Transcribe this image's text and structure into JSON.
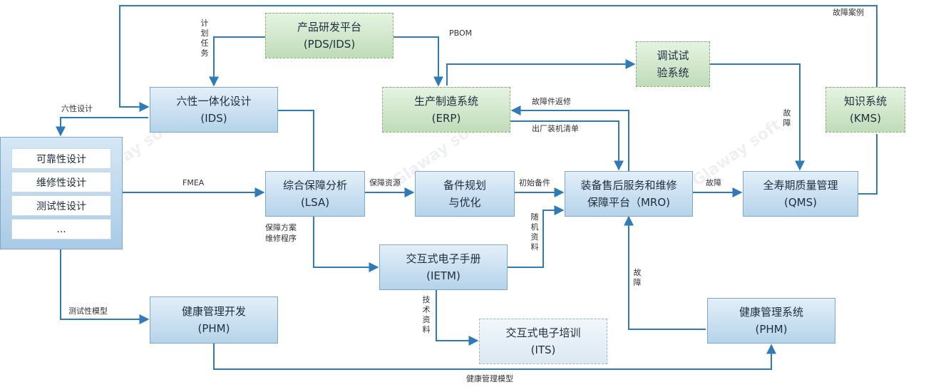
{
  "watermark": "Glaway soft.",
  "boxes": {
    "pds": {
      "line1": "产品研发平台",
      "line2": "(PDS/IDS)"
    },
    "ids": {
      "line1": "六性一体化设计",
      "line2": "(IDS)"
    },
    "erp": {
      "line1": "生产制造系统",
      "line2": "(ERP)"
    },
    "tuning": {
      "line1": "调试试",
      "line2": "验系统"
    },
    "kms": {
      "line1": "知识系统",
      "line2": "(KMS)"
    },
    "lsa": {
      "line1": "综合保障分析",
      "line2": "(LSA)"
    },
    "spares": {
      "line1": "备件规划",
      "line2": "与优化"
    },
    "mro": {
      "line1": "装备售后服务和维修",
      "line2": "保障平台（MRO)"
    },
    "qms": {
      "line1": "全寿期质量管理",
      "line2": "(QMS)"
    },
    "ietm": {
      "line1": "交互式电子手册",
      "line2": "(IETM)"
    },
    "phm_dev": {
      "line1": "健康管理开发",
      "line2": "(PHM)"
    },
    "its": {
      "line1": "交互式电子培训",
      "line2": "(ITS)"
    },
    "phm_sys": {
      "line1": "健康管理系统",
      "line2": "(PHM)"
    }
  },
  "six_design": {
    "items": [
      "可靠性设计",
      "维修性设计",
      "测试性设计",
      "..."
    ]
  },
  "labels": {
    "plan_tasks": "计划任务",
    "pbom": "PBOM",
    "fault_cases": "故障案例",
    "six_design": "六性设计",
    "fault_return": "故障件返修",
    "factory_list": "出厂装机清单",
    "fault_tuning": "故障",
    "fmea": "FMEA",
    "support_resources": "保障资源",
    "initial_spares": "初始备件",
    "fault_mro": "故障",
    "plan_procedure_1": "保障方案",
    "plan_procedure_2": "维修程序",
    "random_data": "随机资料",
    "tech_data": "技术资料",
    "fault_phm": "故障",
    "test_model": "测试性模型",
    "health_model": "健康管理模型"
  }
}
